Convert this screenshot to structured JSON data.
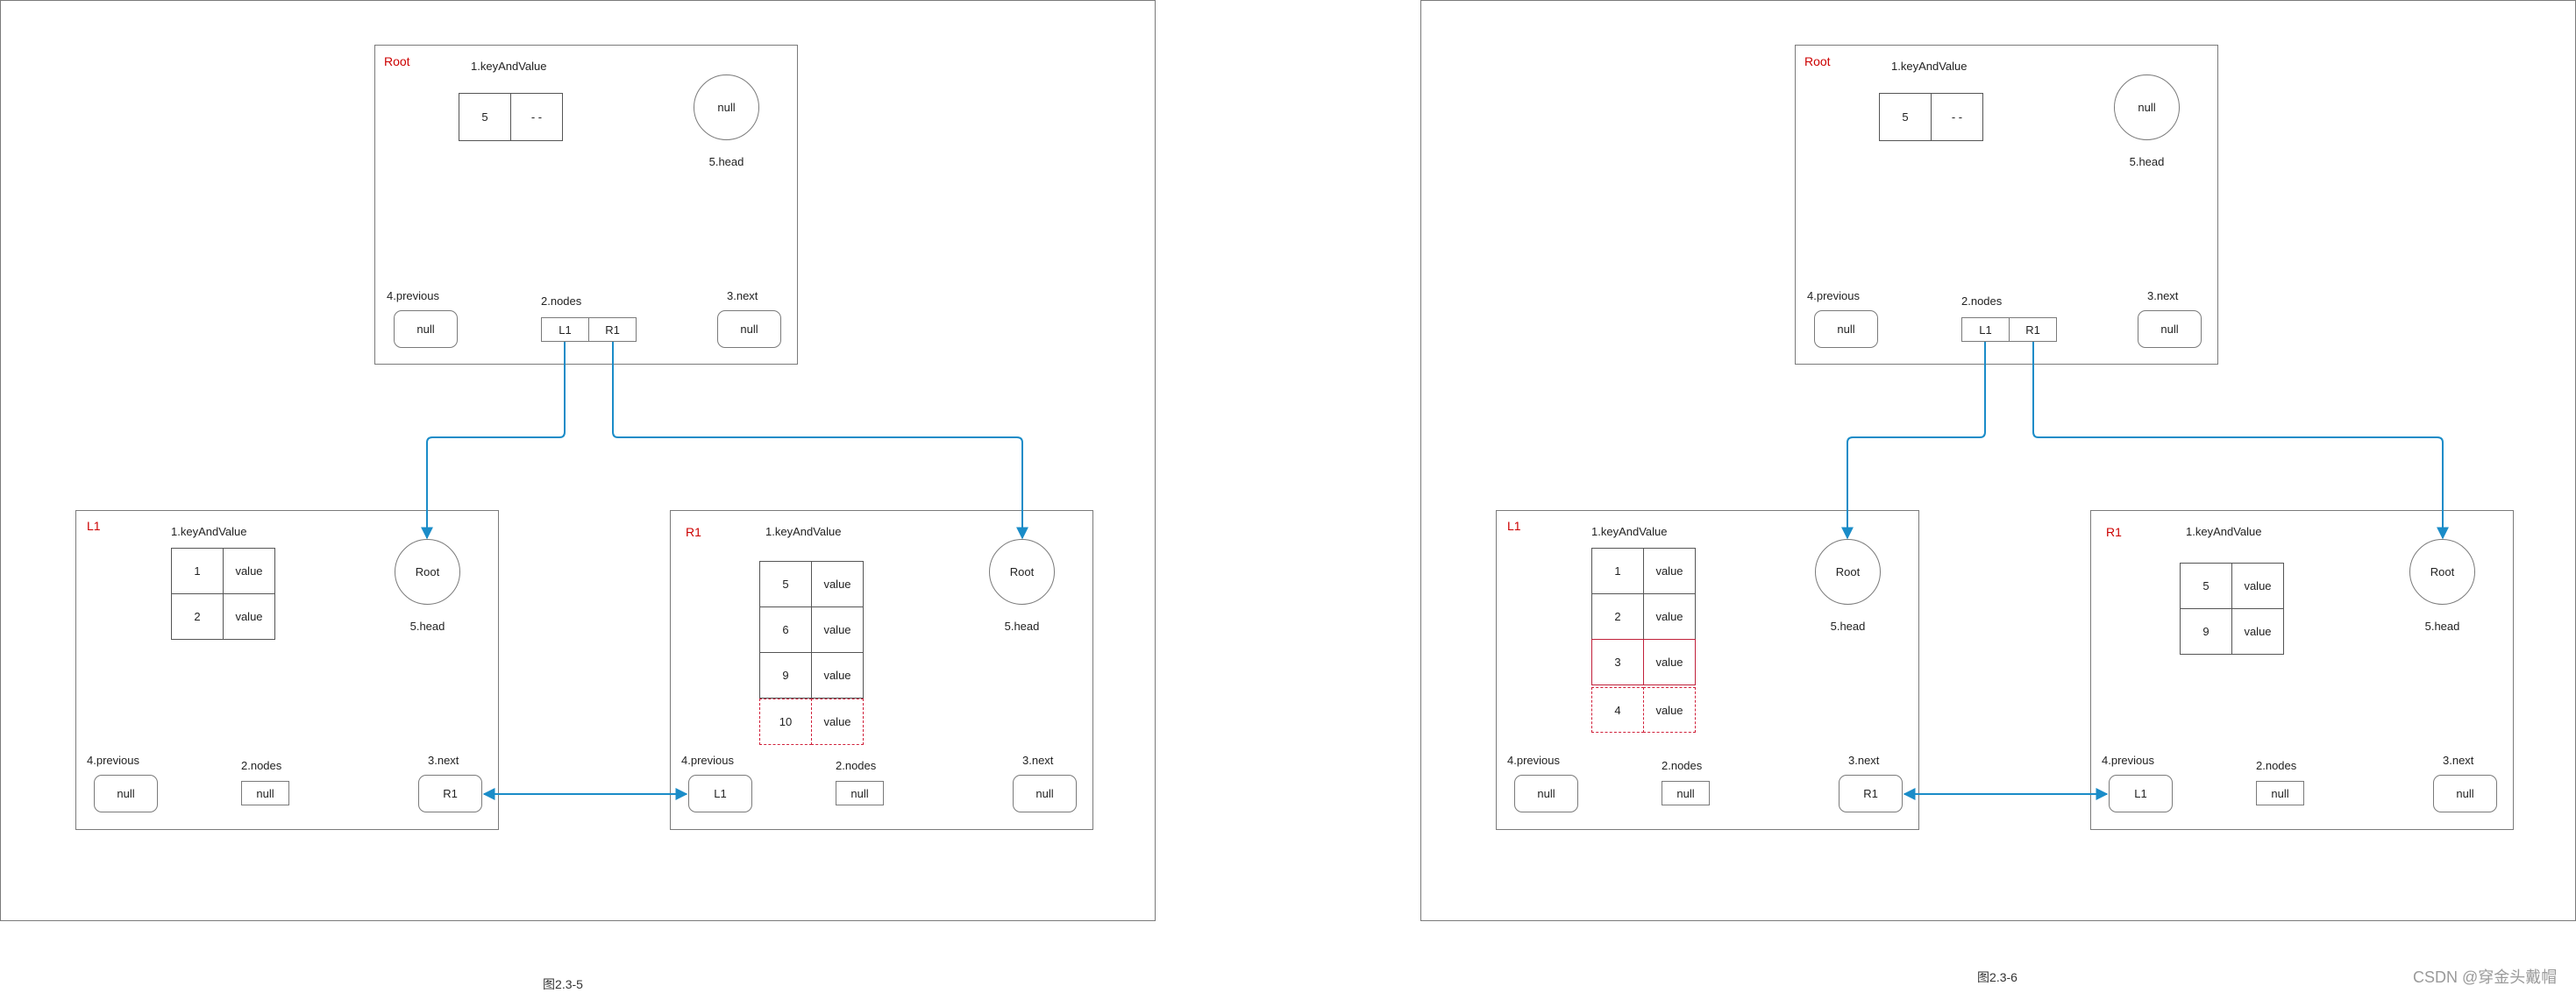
{
  "colors": {
    "arrow": "#1a8cc8",
    "node_name": "#cc0000",
    "new_entry": "#d0203a"
  },
  "diagrams": [
    {
      "caption": "图2.3-5",
      "root": {
        "name": "Root",
        "keyAndValue_label": "1.keyAndValue",
        "entries": [
          {
            "key": "5",
            "value": "- -"
          }
        ],
        "head": "null",
        "head_label": "5.head",
        "previous_label": "4.previous",
        "previous": "null",
        "nodes_label": "2.nodes",
        "nodes": [
          "L1",
          "R1"
        ],
        "next_label": "3.next",
        "next": "null"
      },
      "left": {
        "name": "L1",
        "keyAndValue_label": "1.keyAndValue",
        "entries": [
          {
            "key": "1",
            "value": "value"
          },
          {
            "key": "2",
            "value": "value"
          }
        ],
        "head": "Root",
        "head_label": "5.head",
        "previous_label": "4.previous",
        "previous": "null",
        "nodes_label": "2.nodes",
        "nodes": "null",
        "next_label": "3.next",
        "next": "R1"
      },
      "right": {
        "name": "R1",
        "keyAndValue_label": "1.keyAndValue",
        "entries": [
          {
            "key": "5",
            "value": "value"
          },
          {
            "key": "6",
            "value": "value"
          },
          {
            "key": "9",
            "value": "value"
          }
        ],
        "new_entry": {
          "key": "10",
          "value": "value"
        },
        "head": "Root",
        "head_label": "5.head",
        "previous_label": "4.previous",
        "previous": "L1",
        "nodes_label": "2.nodes",
        "nodes": "null",
        "next_label": "3.next",
        "next": "null"
      }
    },
    {
      "caption": "图2.3-6",
      "root": {
        "name": "Root",
        "keyAndValue_label": "1.keyAndValue",
        "entries": [
          {
            "key": "5",
            "value": "- -"
          }
        ],
        "head": "null",
        "head_label": "5.head",
        "previous_label": "4.previous",
        "previous": "null",
        "nodes_label": "2.nodes",
        "nodes": [
          "L1",
          "R1"
        ],
        "next_label": "3.next",
        "next": "null"
      },
      "left": {
        "name": "L1",
        "keyAndValue_label": "1.keyAndValue",
        "entries": [
          {
            "key": "1",
            "value": "value"
          },
          {
            "key": "2",
            "value": "value"
          },
          {
            "key": "3",
            "value": "value"
          }
        ],
        "new_entry": {
          "key": "4",
          "value": "value"
        },
        "head": "Root",
        "head_label": "5.head",
        "previous_label": "4.previous",
        "previous": "null",
        "nodes_label": "2.nodes",
        "nodes": "null",
        "next_label": "3.next",
        "next": "R1"
      },
      "right": {
        "name": "R1",
        "keyAndValue_label": "1.keyAndValue",
        "entries": [
          {
            "key": "5",
            "value": "value"
          },
          {
            "key": "9",
            "value": "value"
          }
        ],
        "head": "Root",
        "head_label": "5.head",
        "previous_label": "4.previous",
        "previous": "L1",
        "nodes_label": "2.nodes",
        "nodes": "null",
        "next_label": "3.next",
        "next": "null"
      }
    }
  ],
  "watermark": "CSDN @穿金头戴帽"
}
